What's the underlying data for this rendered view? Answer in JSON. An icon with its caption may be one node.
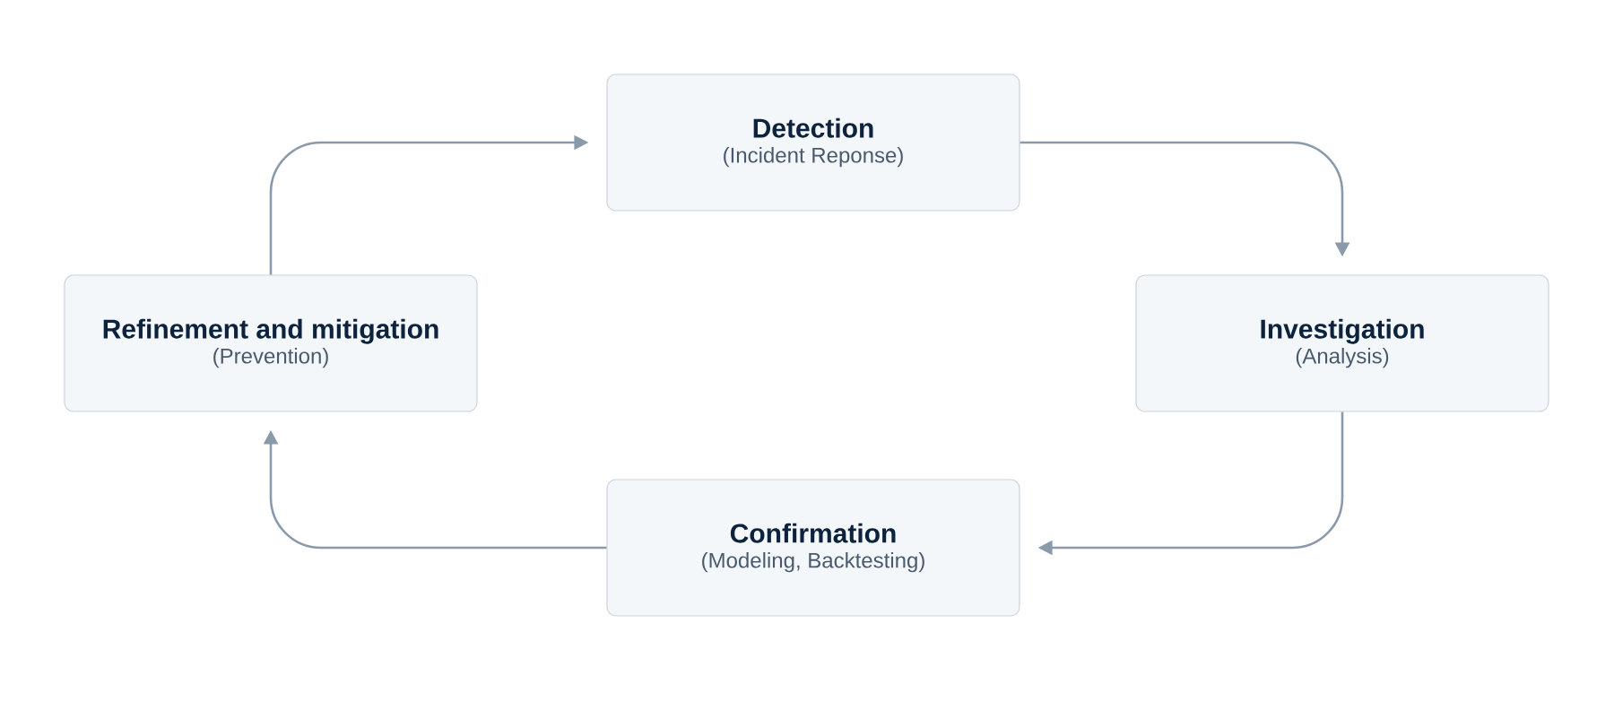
{
  "diagram": {
    "nodes": [
      {
        "text": [
          "Detection",
          "(Incident Reponse)"
        ]
      },
      {
        "text": [
          "Investigation",
          "(Analysis)"
        ]
      },
      {
        "text": [
          "Confirmation",
          "(Modeling, Backtesting)"
        ]
      },
      {
        "text": [
          "Refinement and mitigation",
          "(Prevention)"
        ]
      }
    ],
    "edges": [
      {
        "from": 3,
        "to": 0,
        "arrow": "to"
      },
      {
        "from": 0,
        "to": 1,
        "arrow": "to"
      },
      {
        "from": 1,
        "to": 2,
        "arrow": "to"
      },
      {
        "from": 2,
        "to": 3,
        "arrow": "to"
      }
    ]
  }
}
